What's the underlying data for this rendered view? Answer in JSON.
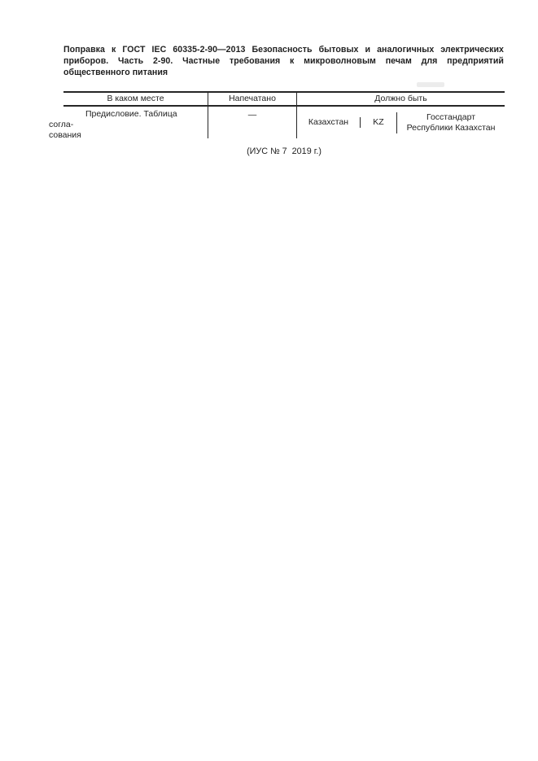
{
  "colors": {
    "background": "#ffffff",
    "text": "#1f1f1f",
    "border": "#262626"
  },
  "title": {
    "full_text": "Поправка к ГОСТ IEC 60335-2-90—2013 Безопасность бытовых и аналогичных электрических приборов. Часть 2-90. Частные требования к микроволновым печам для предприятий общественного питания",
    "lines": [
      "Поправка к ГОСТ IEC 60335-2-90—2013 Безопасность бытовых и аналогичных электрических",
      "приборов. Часть 2-90. Частные требования к микроволновым печам для предприятий",
      "общественного питания"
    ]
  },
  "table": {
    "headers": {
      "where": "В каком месте",
      "printed": "Напечатано",
      "should_be": "Должно быть"
    },
    "row": {
      "where_lines": [
        "Предисловие. Таблица согла-",
        "сования"
      ],
      "printed": "—",
      "should_be": {
        "country": "Казахстан",
        "code": "KZ",
        "org_lines": [
          "Госстандарт",
          "Республики Казахстан"
        ]
      }
    }
  },
  "footer": {
    "note": "(ИУС № 7  2019 г.)"
  }
}
